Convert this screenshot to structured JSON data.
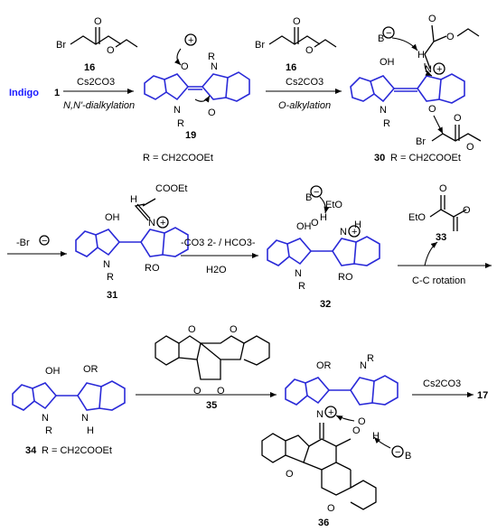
{
  "colors": {
    "ink": "#000000",
    "highlight": "#1a1aff",
    "bonds_blue": "#2a2ad8"
  },
  "row1": {
    "start_label": "Indigo",
    "start_number": "1",
    "reagent_16_top": "16",
    "step1_reagent": "Cs2CO3",
    "step1_condition": "N,N'-dialkylation",
    "compound_19": "19",
    "r_definition": "R = CH2COOEt",
    "reagent_16_mid": "16",
    "step2_reagent": "Cs2CO3",
    "step2_condition": "O-alkylation",
    "compound_30": "30",
    "r_definition_30": "R = CH2COOEt",
    "atoms": {
      "oh": "OH",
      "o": "O",
      "r": "R",
      "n": "N",
      "br": "Br",
      "h": "H",
      "b": "B",
      "plus": "+",
      "minus": "−"
    }
  },
  "row2": {
    "leaving_group": "-Br",
    "cooet": "COOEt",
    "step3_reagent": "-CO3 2- / HCO3-",
    "step3_solvent": "H2O",
    "compound_31": "31",
    "compound_32": "32",
    "eto": "EtO",
    "compound_33": "33",
    "step4_condition": "C-C rotation",
    "ro": "RO"
  },
  "row3": {
    "compound_34": "34",
    "r_definition_34": "R = CH2COOEt",
    "compound_35": "35",
    "compound_36": "36",
    "step6_reagent": "Cs2CO3",
    "product": "17",
    "or": "OR",
    "nh": "H"
  }
}
